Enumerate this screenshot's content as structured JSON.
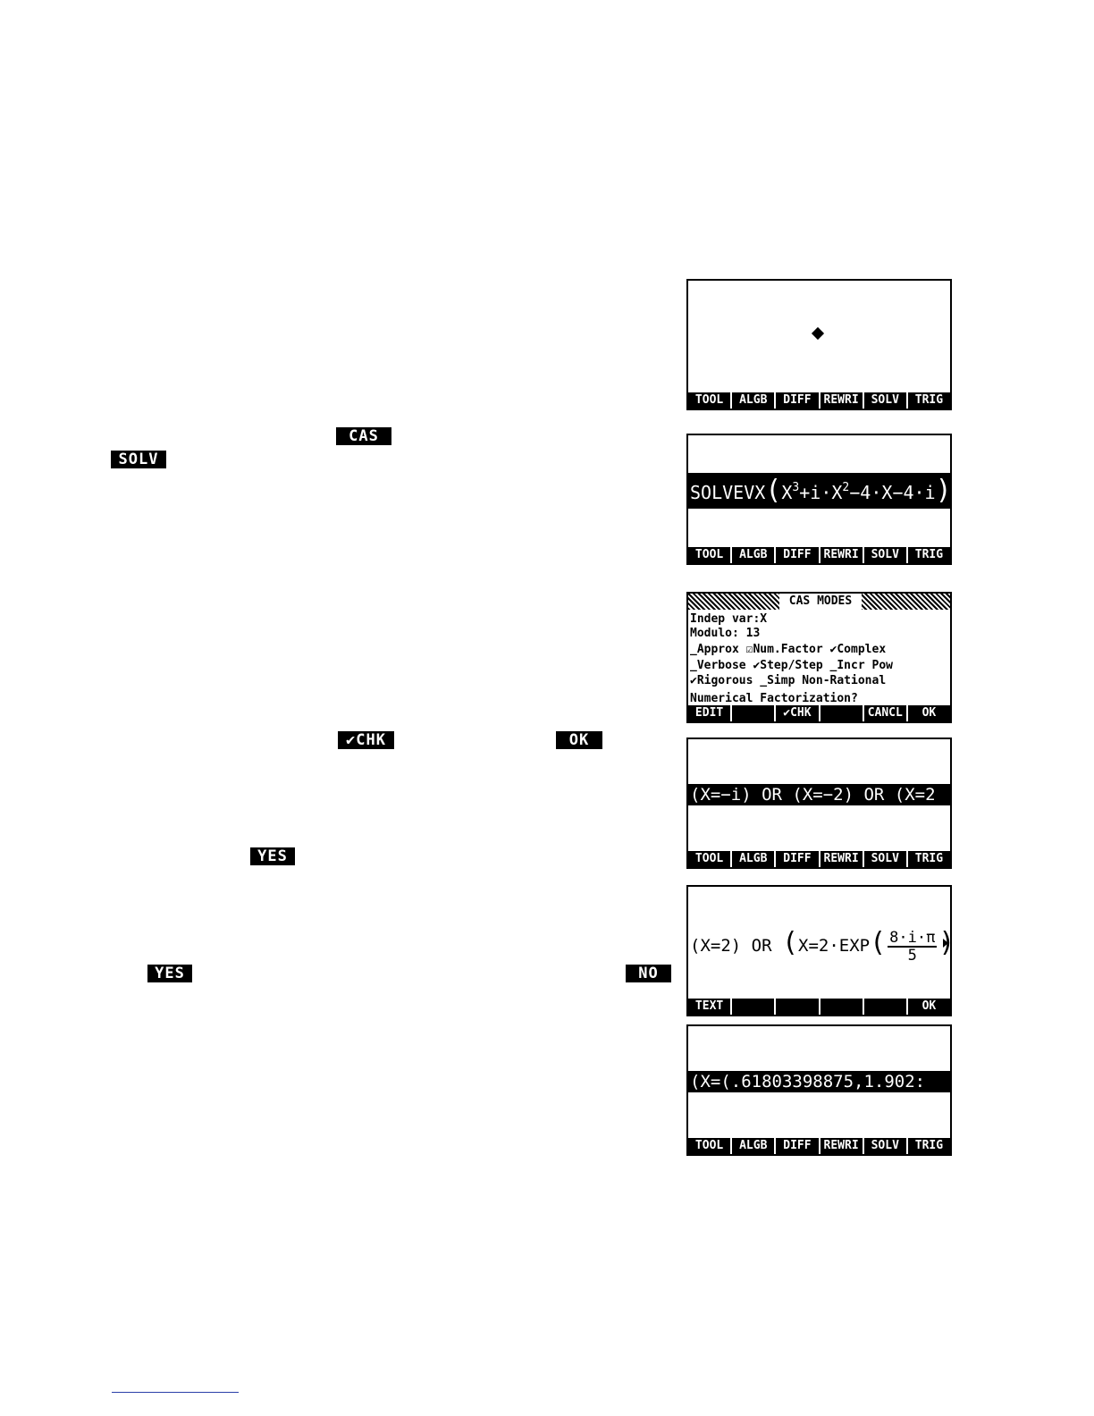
{
  "inline_keys": {
    "cas": "CAS",
    "solv": "SOLV",
    "chk": "✔CHK",
    "ok": "OK",
    "yes1": "YES",
    "yes2": "YES",
    "no": "NO"
  },
  "menu_tools": [
    "TOOL",
    "ALGB",
    "DIFF",
    "REWRI",
    "SOLV",
    "TRIG"
  ],
  "menu_modes": [
    "EDIT",
    "",
    "✔CHK",
    "",
    "CANCL",
    "OK"
  ],
  "menu_text": [
    "TEXT",
    "",
    "",
    "",
    "",
    "OK"
  ],
  "screen2": {
    "fn": "SOLVEVX",
    "p1": "X",
    "sup1": "3",
    "p2": "+i·X",
    "sup2": "2",
    "p3": "−4·X−4·i"
  },
  "cas_modes": {
    "title": "CAS MODES",
    "indep": "Indep var:X",
    "modulo": "Modulo:   13",
    "row1": "_Approx  ☑Num.Factor ✔Complex",
    "row2": "_Verbose ✔Step/Step  _Incr Pow",
    "row3": "✔Rigorous _Simp Non-Rational",
    "prompt": "Numerical Factorization?"
  },
  "screen4": {
    "result": "(X=−i) OR (X=−2) OR (X=2"
  },
  "screen5": {
    "left": "(X=2)  OR",
    "inner": "X=2·EXP",
    "num": "8·i·π",
    "den": "5"
  },
  "screen6": {
    "result": "(X=(.61803398875,1.902:"
  }
}
